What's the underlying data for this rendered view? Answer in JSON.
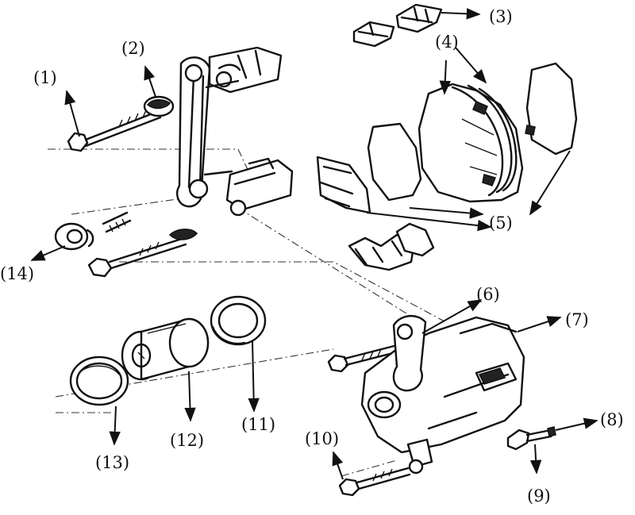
{
  "callouts": [
    {
      "id": "1",
      "text": "(1)"
    },
    {
      "id": "2",
      "text": "(2)"
    },
    {
      "id": "3",
      "text": "(3)"
    },
    {
      "id": "4",
      "text": "(4)"
    },
    {
      "id": "5",
      "text": "(5)"
    },
    {
      "id": "6",
      "text": "(6)"
    },
    {
      "id": "7",
      "text": "(7)"
    },
    {
      "id": "8",
      "text": "(8)"
    },
    {
      "id": "9",
      "text": "(9)"
    },
    {
      "id": "10",
      "text": "(10)"
    },
    {
      "id": "11",
      "text": "(11)"
    },
    {
      "id": "12",
      "text": "(12)"
    },
    {
      "id": "13",
      "text": "(13)"
    },
    {
      "id": "14",
      "text": "(14)"
    }
  ],
  "colors": {
    "ink": "#111111",
    "background": "#ffffff"
  }
}
